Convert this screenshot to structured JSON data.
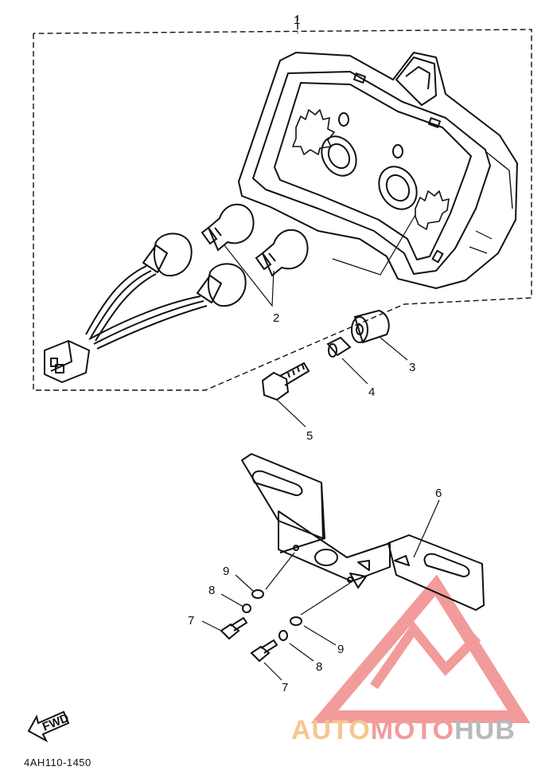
{
  "callouts": {
    "c1": "1",
    "c2": "2",
    "c3": "3",
    "c4": "4",
    "c5": "5",
    "c6": "6",
    "c7a": "7",
    "c7b": "7",
    "c8a": "8",
    "c8b": "8",
    "c9a": "9",
    "c9b": "9"
  },
  "fwd_label": "FWD",
  "diagram_code": "4AH110-1450",
  "watermark": {
    "part1": "AUTO",
    "part2": "MOTO",
    "part3": "HUB"
  },
  "colors": {
    "ink": "#111111",
    "logo_red": "#f29b9b",
    "logo_orange": "#f6c690",
    "logo_gray": "#b9b9b9"
  }
}
